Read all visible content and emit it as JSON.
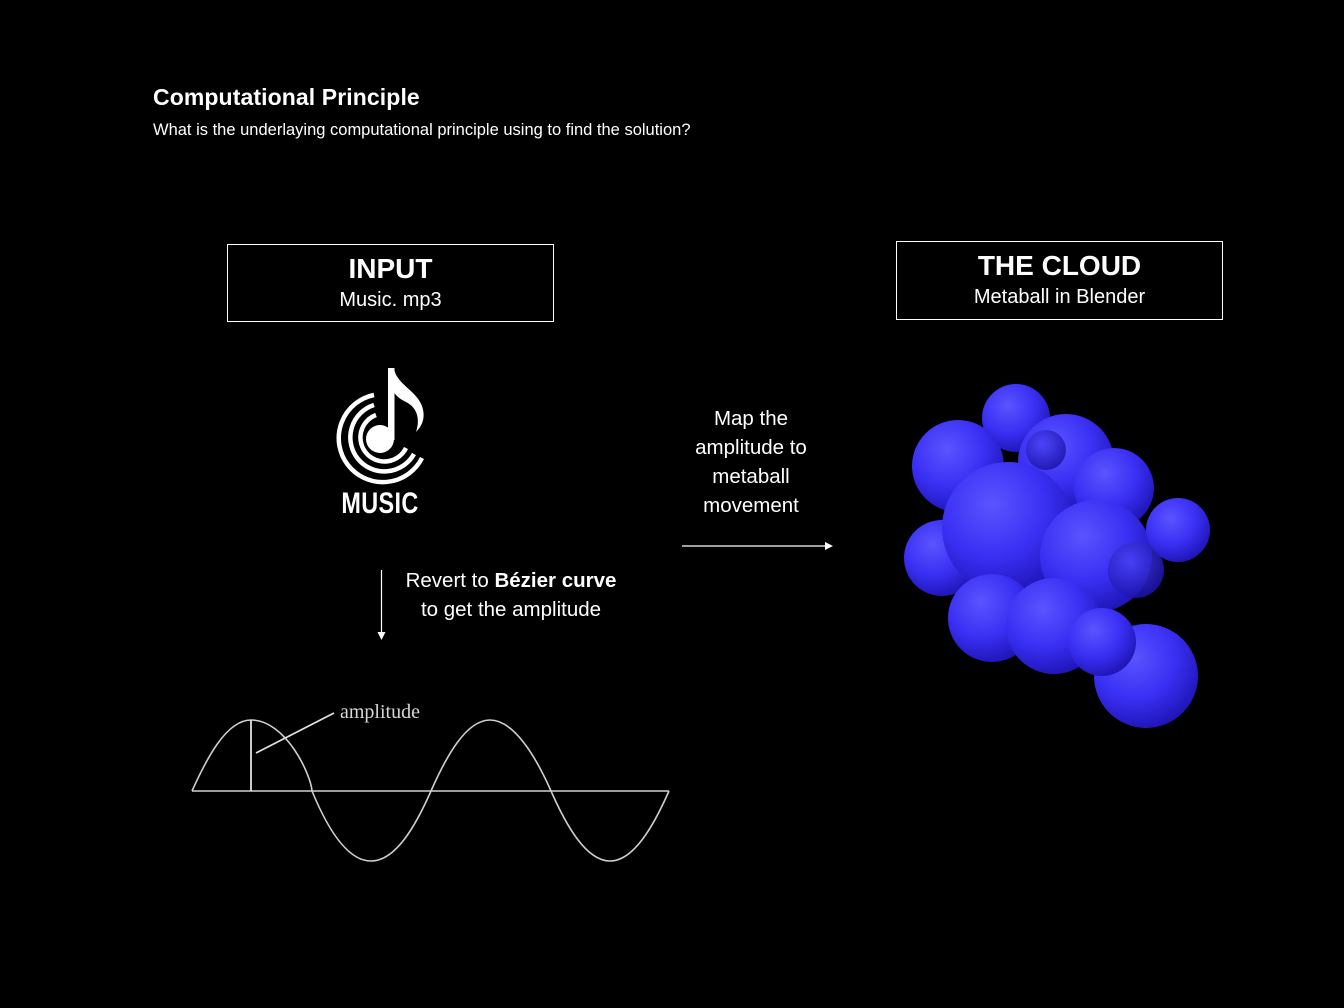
{
  "header": {
    "title": "Computational Principle",
    "subtitle": "What is the underlaying computational principle using to find the solution?"
  },
  "input_box": {
    "title": "INPUT",
    "subtitle": "Music. mp3"
  },
  "cloud_box": {
    "title": "THE CLOUD",
    "subtitle": "Metaball in Blender"
  },
  "music_icon": {
    "icon": "music-note-icon",
    "label": "MUSIC"
  },
  "map_step": {
    "lines": [
      "Map the",
      "amplitude to",
      "metaball",
      "movement"
    ]
  },
  "revert_step": {
    "prefix": "Revert to ",
    "emphasis": "Bézier curve",
    "line2": "to get the amplitude"
  },
  "wave": {
    "label": "amplitude"
  },
  "cloud_render": {
    "color": "#3a32f0"
  }
}
